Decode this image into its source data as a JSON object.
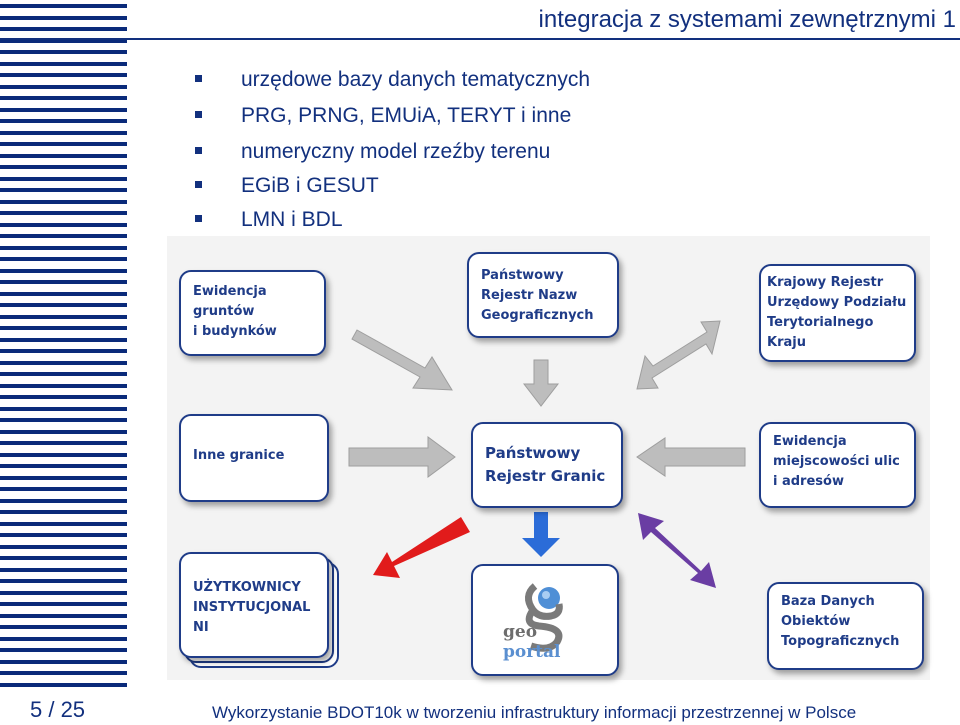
{
  "slide": {
    "title": "integracja z systemami zewnętrznymi 1",
    "bullets": [
      "urzędowe bazy danych tematycznych",
      "PRG, PRNG, EMUiA, TERYT i inne",
      "numeryczny model rzeźby terenu",
      "EGiB i GESUT",
      "LMN i BDL"
    ],
    "page": "5 / 25",
    "footer": "Wykorzystanie BDOT10k w tworzeniu infrastruktury informacji przestrzennej w Polsce"
  },
  "diagram": {
    "center": [
      "Państwowy",
      "Rejestr Granic"
    ],
    "egib": [
      "Ewidencja",
      "gruntów",
      "i budynków"
    ],
    "prng": [
      "Państwowy",
      "Rejestr Nazw",
      "Geograficznych"
    ],
    "teryt": [
      "Krajowy Rejestr",
      "Urzędowy Podziału",
      "Terytorialnego Kraju"
    ],
    "inne": [
      "Inne granice"
    ],
    "emuia": [
      "Ewidencja",
      "miejscowości ulic",
      "i adresów"
    ],
    "users": [
      "UŻYTKOWNICY",
      "INSTYTUCJONAL",
      "NI"
    ],
    "geoportal": {
      "part1": "geo",
      "part2": "portal"
    },
    "bdot": [
      "Baza Danych",
      "Obiektów",
      "Topograficznych"
    ]
  },
  "colors": {
    "slide_blue": "#12307e",
    "box_border": "#1f3c88",
    "arrow_gray": "#bdbdbd",
    "arrow_red": "#e11b1b",
    "arrow_blue": "#2b6cd8",
    "arrow_purple": "#6a3da3"
  },
  "icons": [
    "square-bullet-icon",
    "geoportal-logo-icon"
  ]
}
